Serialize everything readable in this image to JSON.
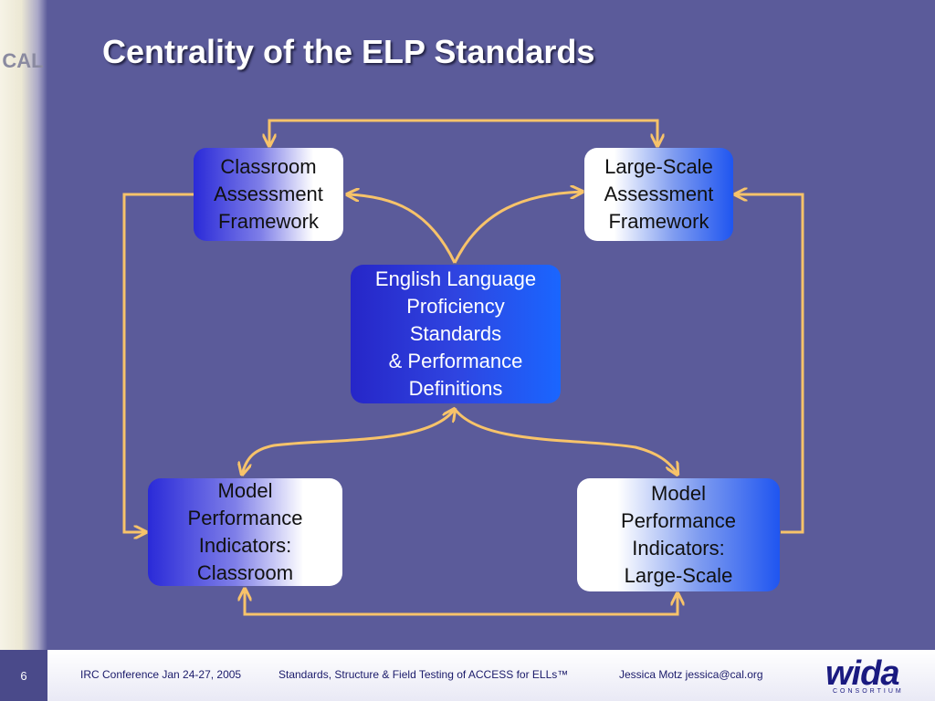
{
  "slide": {
    "logo_text": "CAL",
    "title": "Centrality of the ELP Standards"
  },
  "boxes": {
    "classroom_framework": [
      "Classroom",
      "Assessment",
      "Framework"
    ],
    "largescale_framework": [
      "Large-Scale",
      "Assessment",
      "Framework"
    ],
    "elp_standards": [
      "English Language",
      "Proficiency",
      "Standards",
      "& Performance",
      "Definitions"
    ],
    "mpi_classroom": [
      "Model",
      "Performance",
      "Indicators:",
      "Classroom"
    ],
    "mpi_largescale": [
      "Model",
      "Performance",
      "Indicators:",
      "Large-Scale"
    ]
  },
  "colors": {
    "background": "#5b5b9a",
    "arrow": "#f7c36a"
  },
  "footer": {
    "page_number": "6",
    "conference": "IRC Conference Jan 24-27, 2005",
    "presentation": "Standards, Structure & Field Testing of ACCESS for ELLs™",
    "presenter": "Jessica Motz  jessica@cal.org",
    "logo_text": "wida",
    "logo_subtext": "CONSORTIUM"
  }
}
